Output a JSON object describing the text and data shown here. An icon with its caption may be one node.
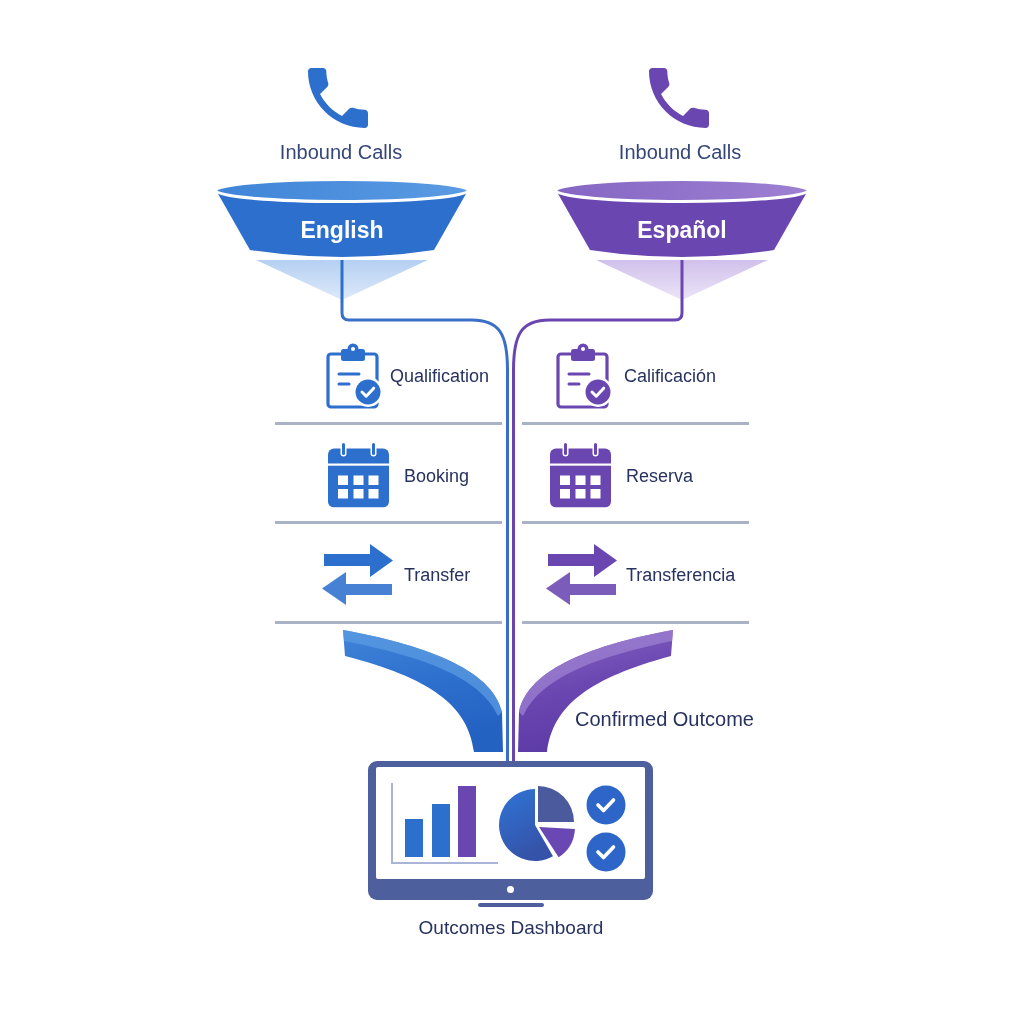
{
  "diagram": {
    "nodes": [
      {
        "text": [
          "English"
        ],
        "beside": [
          "Inbound Calls"
        ]
      },
      {
        "text": [
          "Español"
        ],
        "beside": [
          "Inbound Calls"
        ]
      },
      {
        "text": [],
        "shape": "picture",
        "beside": [
          "Outcomes Dashboard"
        ]
      }
    ],
    "edges": [
      {
        "from": 0,
        "to": 2,
        "arrow": "none",
        "color": "#3a6fc8"
      },
      {
        "from": 1,
        "to": 2,
        "arrow": "none",
        "color": "#6a45b0"
      }
    ],
    "labels": [
      "Qualification",
      "Calificación",
      "Booking",
      "Reserva",
      "Transfer",
      "Transferencia",
      "Confirmed Outcome"
    ]
  }
}
